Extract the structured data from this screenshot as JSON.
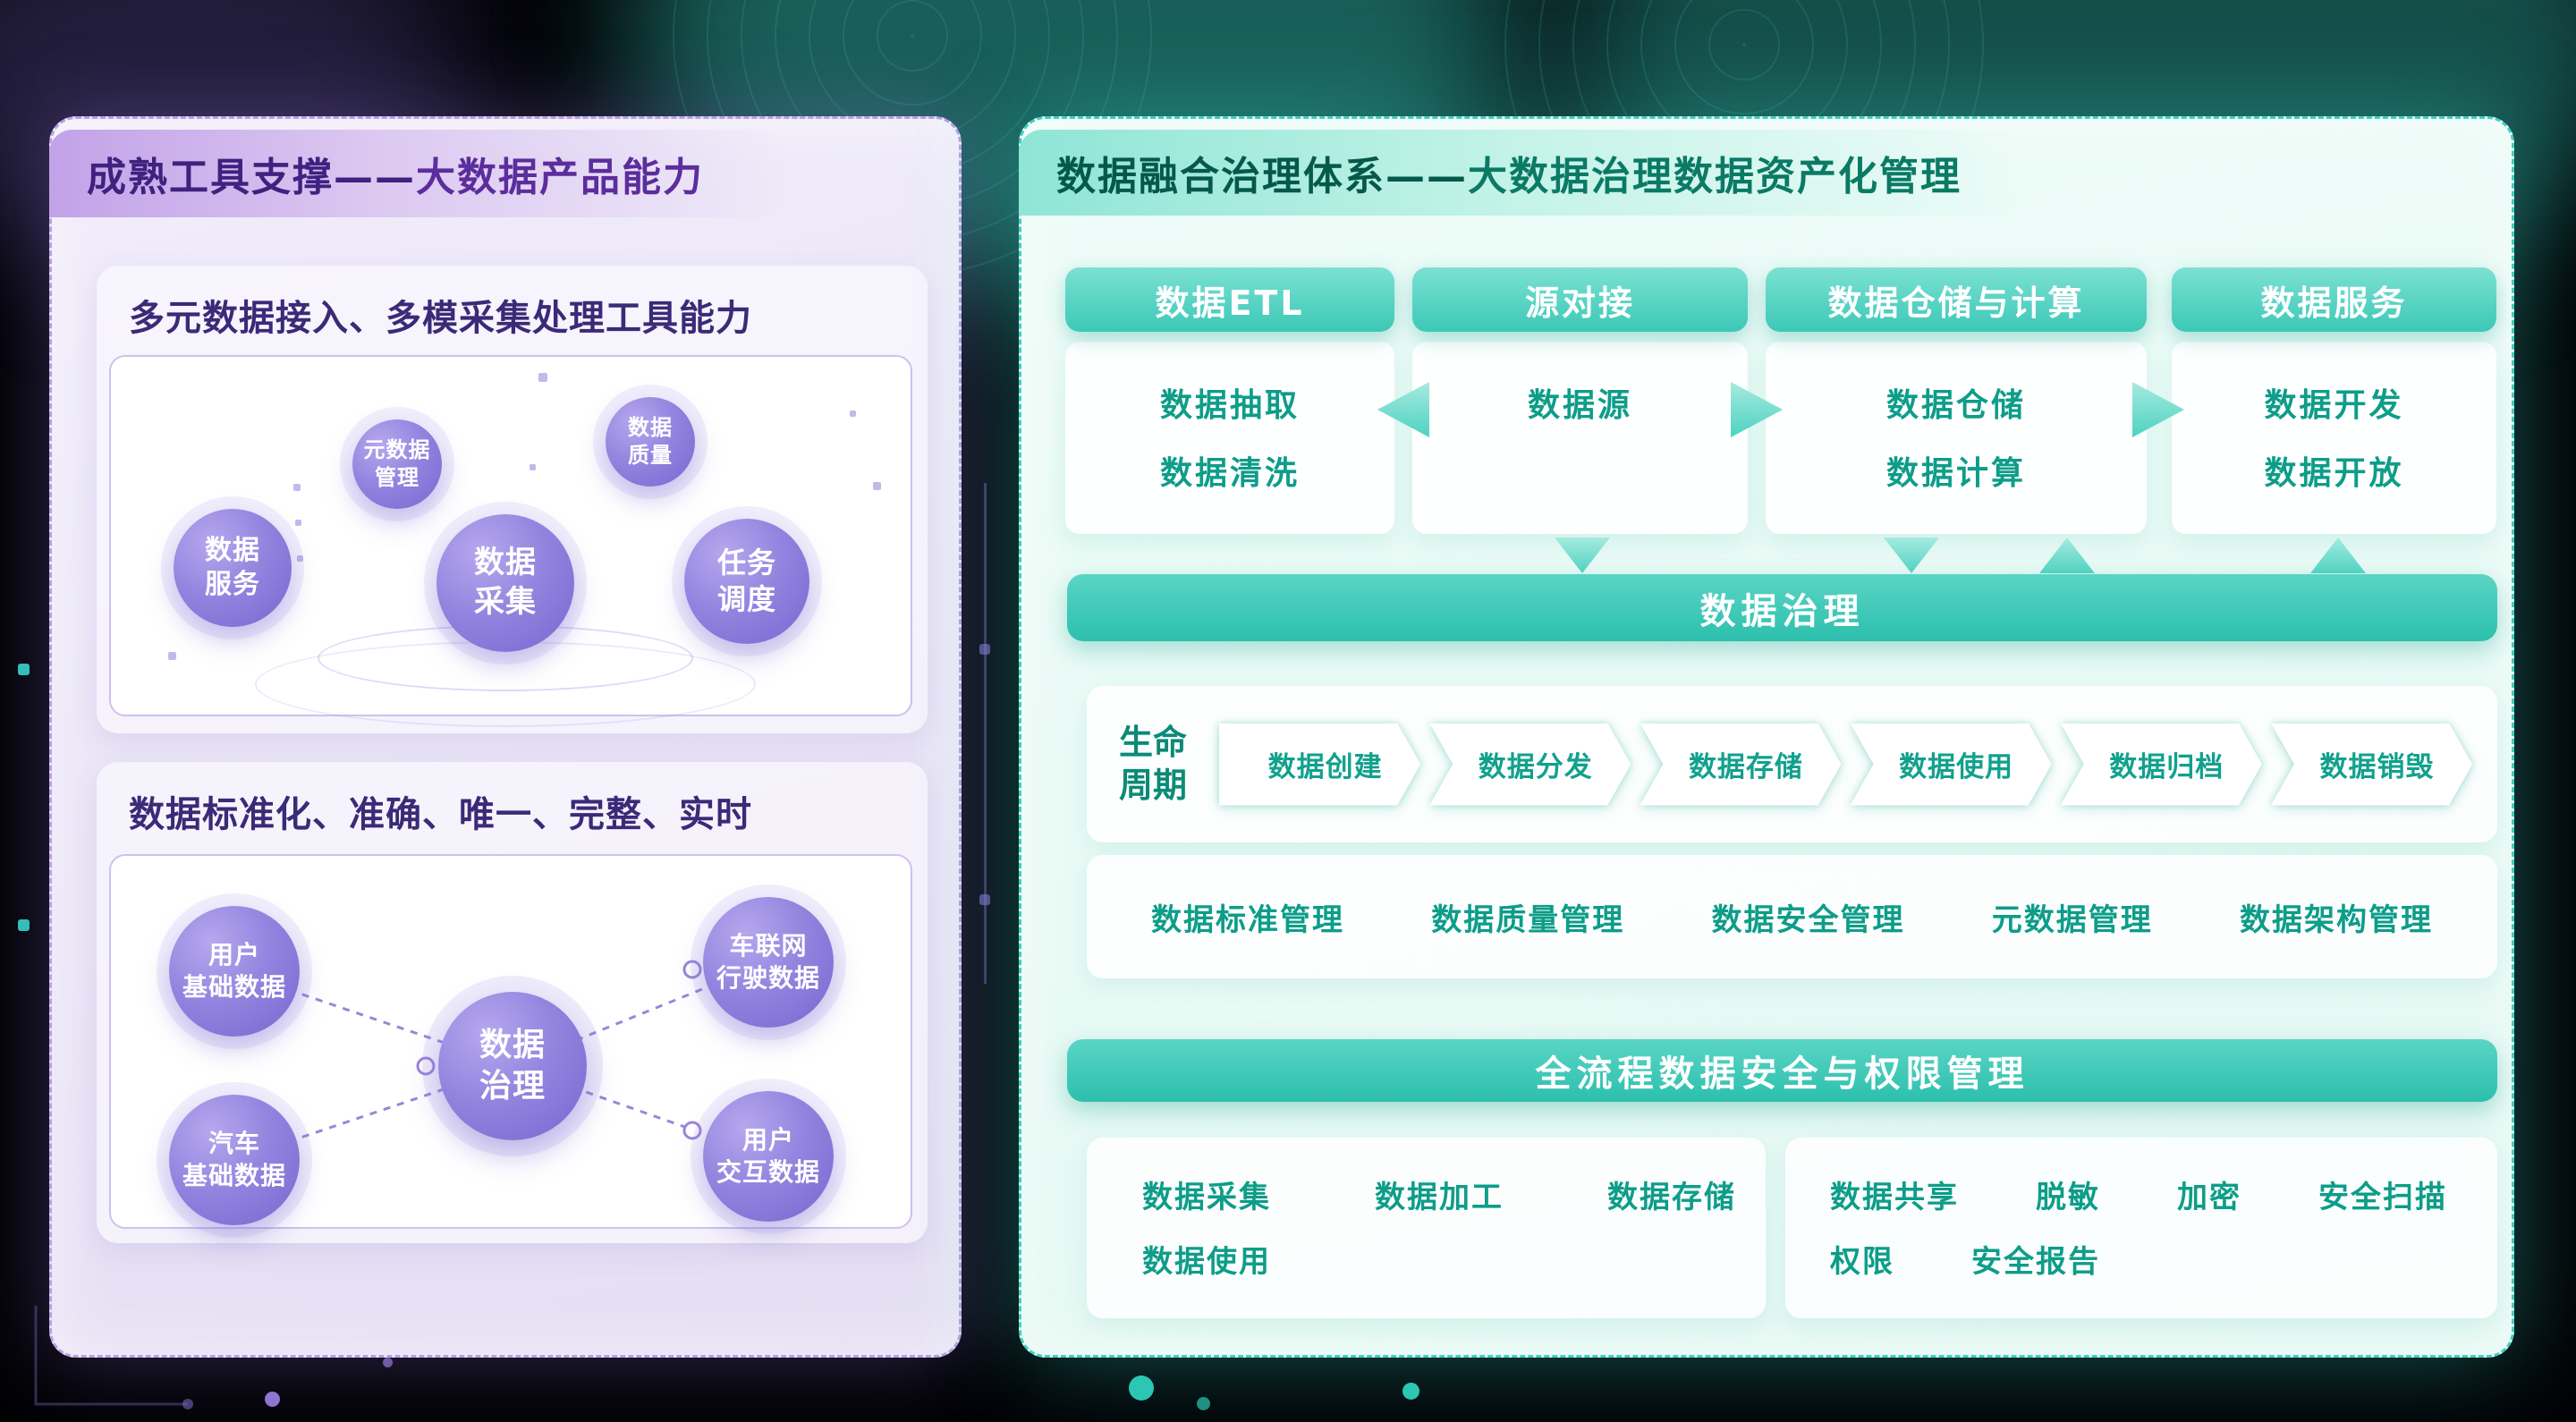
{
  "left_panel": {
    "title_prefix": "成熟工具支撑——",
    "title_suffix": "大数据产品能力",
    "section1": {
      "title": "多元数据接入、多模采集处理工具能力",
      "bubbles": {
        "meta": "元数据\n管理",
        "quality": "数据\n质量",
        "service": "数据\n服务",
        "collect": "数据\n采集",
        "schedule": "任务\n调度"
      }
    },
    "section2": {
      "title": "数据标准化、准确、唯一、完整、实时",
      "center": "数据\n治理",
      "bubbles": {
        "user_base": "用户\n基础数据",
        "vehicle_net": "车联网\n行驶数据",
        "car_base": "汽车\n基础数据",
        "user_interact": "用户\n交互数据"
      }
    }
  },
  "right_panel": {
    "title_prefix": "数据融合治理体系——",
    "title_suffix": "大数据治理数据资产化管理",
    "columns": [
      {
        "header": "数据ETL",
        "items": [
          "数据抽取",
          "数据清洗"
        ]
      },
      {
        "header": "源对接",
        "items": [
          "数据源"
        ]
      },
      {
        "header": "数据仓储与计算",
        "items": [
          "数据仓储",
          "数据计算"
        ]
      },
      {
        "header": "数据服务",
        "items": [
          "数据开发",
          "数据开放"
        ]
      }
    ],
    "governance_bar": "数据治理",
    "lifecycle": {
      "label": "生命\n周期",
      "stages": [
        "数据创建",
        "数据分发",
        "数据存储",
        "数据使用",
        "数据归档",
        "数据销毁"
      ]
    },
    "management_items": [
      "数据标准管理",
      "数据质量管理",
      "数据安全管理",
      "元数据管理",
      "数据架构管理"
    ],
    "security_bar": "全流程数据安全与权限管理",
    "security_groups": {
      "process": [
        "数据采集",
        "数据加工",
        "数据存储",
        "数据使用"
      ],
      "controls": [
        "数据共享",
        "脱敏",
        "加密",
        "安全扫描",
        "权限",
        "安全报告"
      ]
    }
  },
  "colors": {
    "teal_accent": "#3cc8b7",
    "purple_accent": "#8d7ade",
    "left_title": "#3f2180",
    "right_title": "#05594b"
  }
}
